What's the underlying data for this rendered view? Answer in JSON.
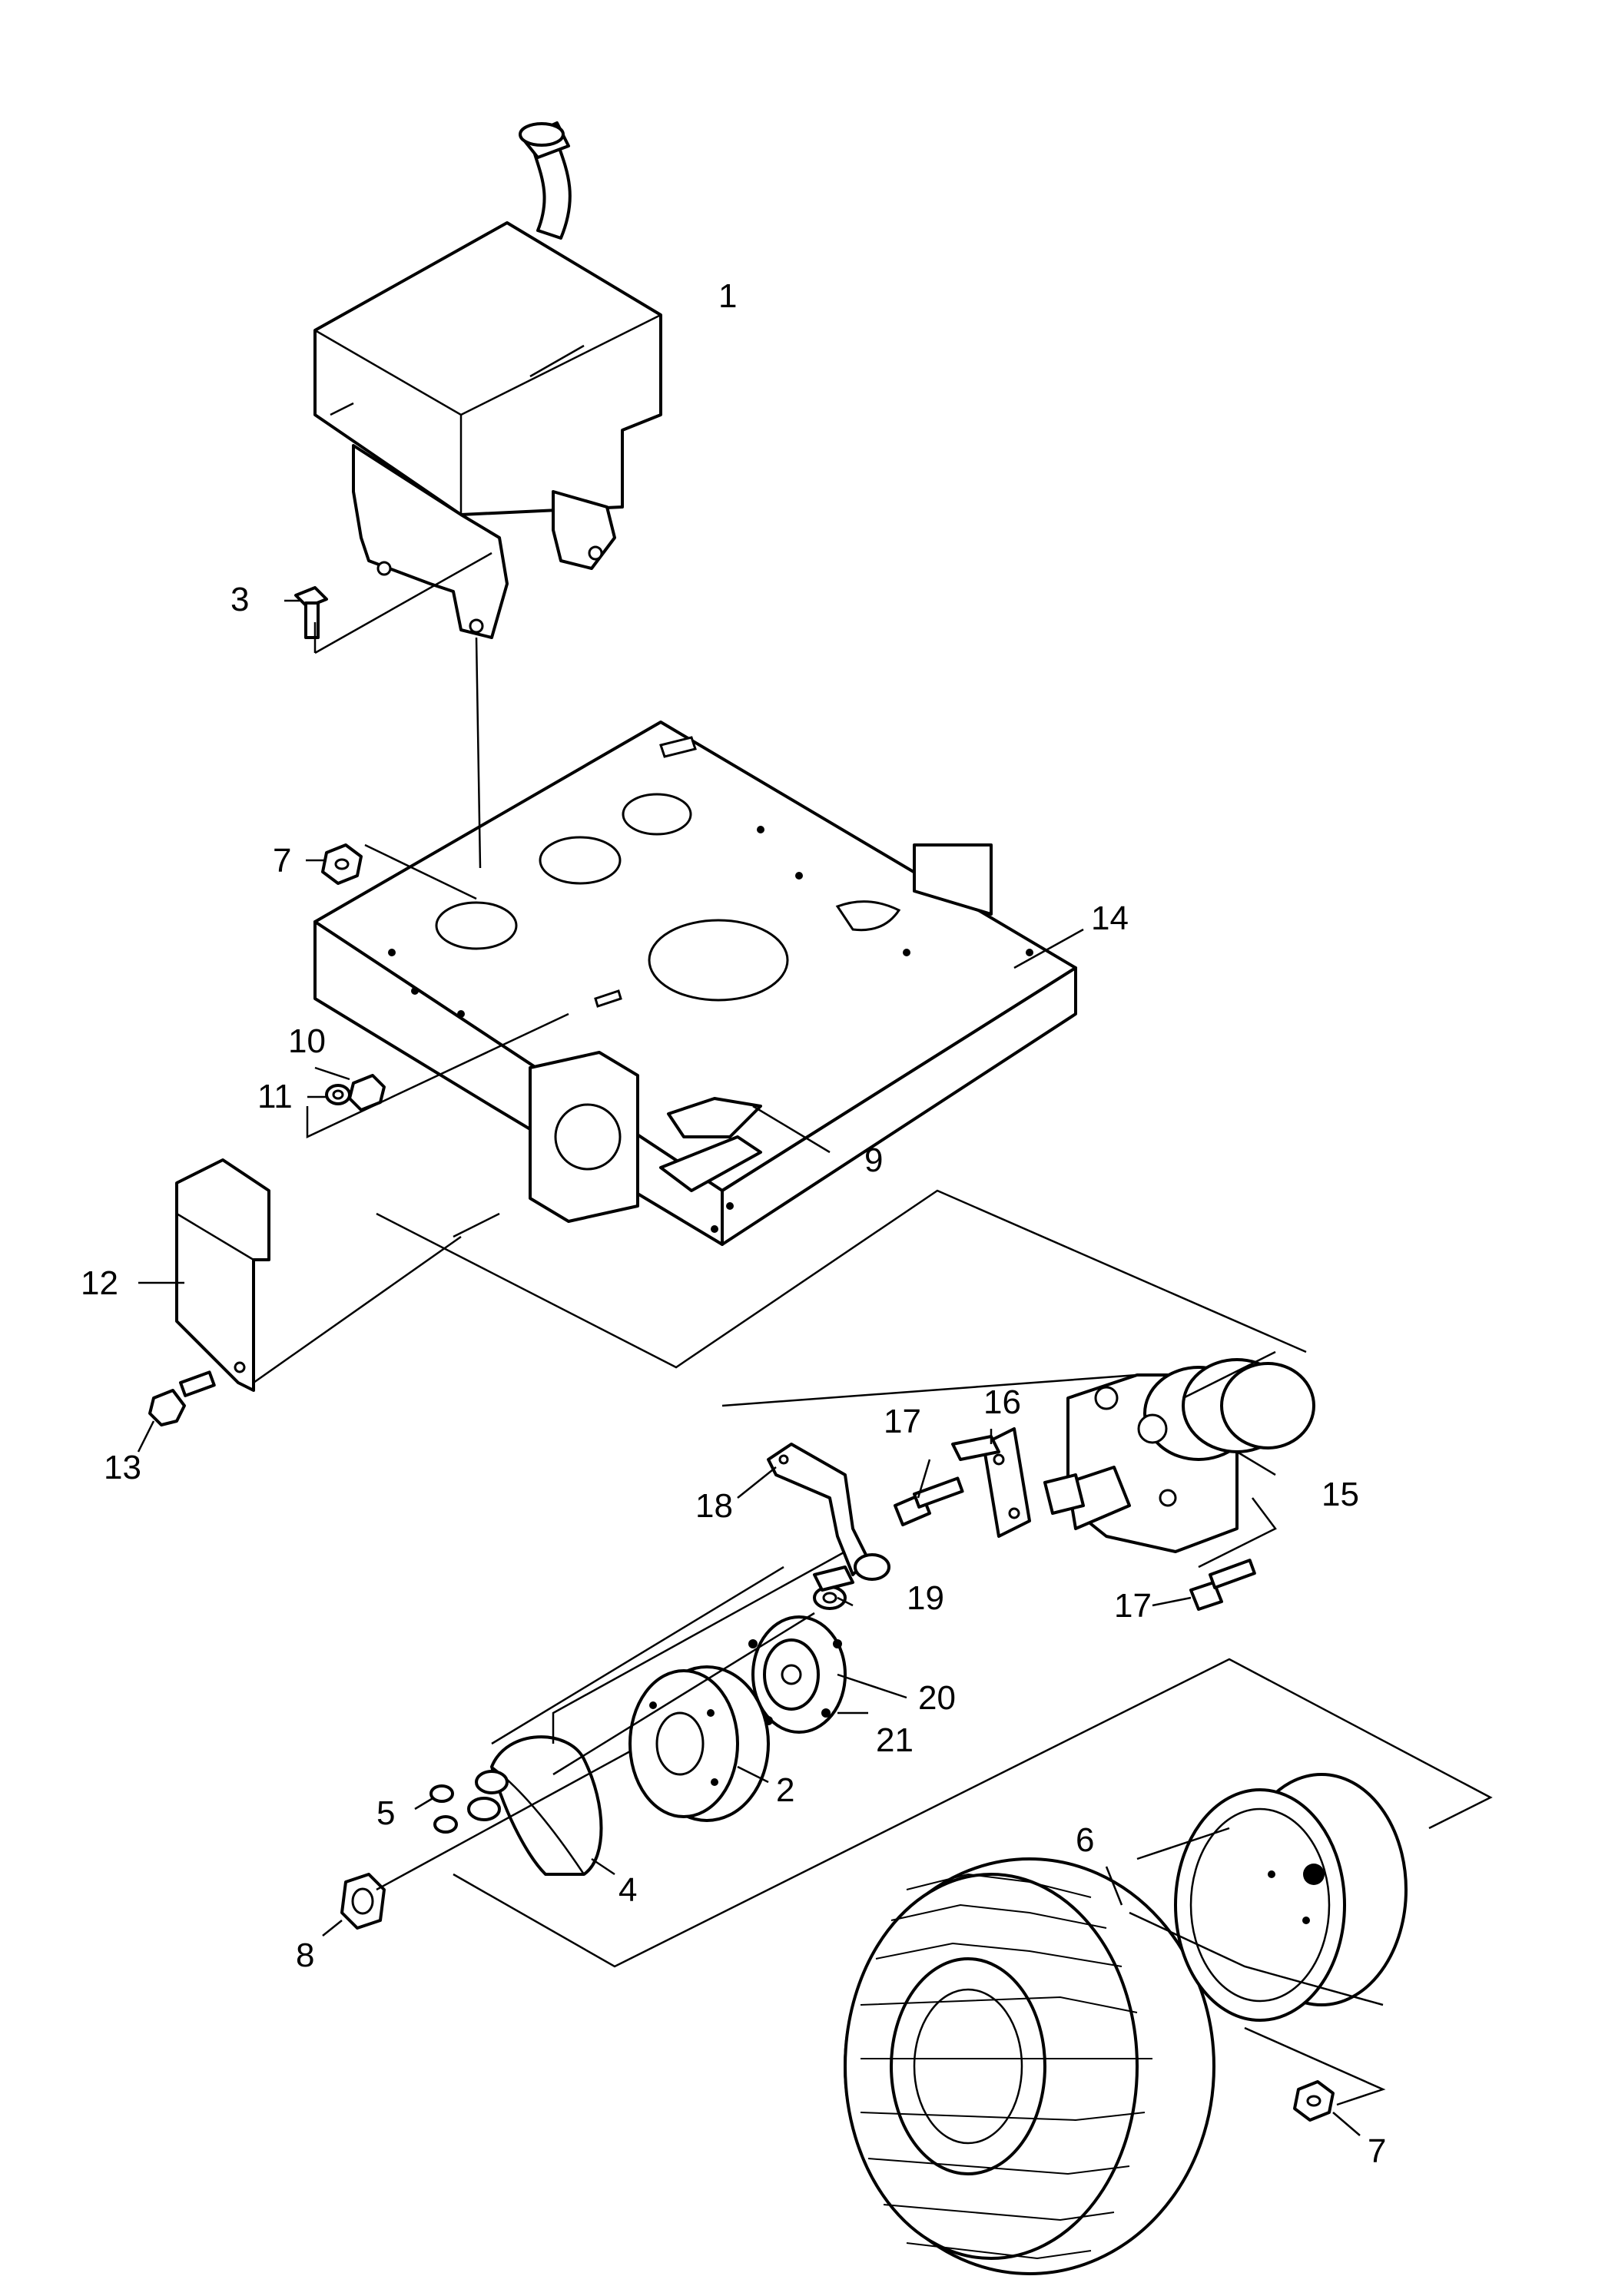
{
  "callouts": [
    {
      "id": "c1",
      "label": "1"
    },
    {
      "id": "c3",
      "label": "3"
    },
    {
      "id": "c7a",
      "label": "7"
    },
    {
      "id": "c14",
      "label": "14"
    },
    {
      "id": "c10",
      "label": "10"
    },
    {
      "id": "c11",
      "label": "11"
    },
    {
      "id": "c9",
      "label": "9"
    },
    {
      "id": "c12",
      "label": "12"
    },
    {
      "id": "c13",
      "label": "13"
    },
    {
      "id": "c17a",
      "label": "17"
    },
    {
      "id": "c16",
      "label": "16"
    },
    {
      "id": "c15",
      "label": "15"
    },
    {
      "id": "c18",
      "label": "18"
    },
    {
      "id": "c19",
      "label": "19"
    },
    {
      "id": "c17b",
      "label": "17"
    },
    {
      "id": "c20",
      "label": "20"
    },
    {
      "id": "c21",
      "label": "21"
    },
    {
      "id": "c5",
      "label": "5"
    },
    {
      "id": "c2",
      "label": "2"
    },
    {
      "id": "c6",
      "label": "6"
    },
    {
      "id": "c4",
      "label": "4"
    },
    {
      "id": "c8",
      "label": "8"
    },
    {
      "id": "c7b",
      "label": "7"
    }
  ]
}
